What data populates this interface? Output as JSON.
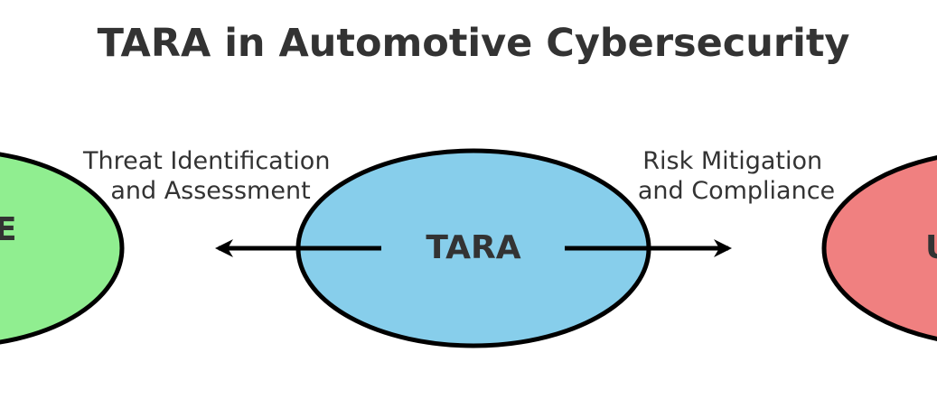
{
  "title": "TARA in Automotive Cybersecurity",
  "nodes": {
    "left": {
      "label": "E",
      "color": "#90ee90"
    },
    "center": {
      "label": "TARA",
      "color": "#87ceeb"
    },
    "right": {
      "label": "U",
      "color": "#f08080"
    }
  },
  "edges": {
    "left": {
      "line1": "Threat Identification",
      "line2": "and Assessment"
    },
    "right": {
      "line1": "Risk Mitigation",
      "line2": "and Compliance"
    }
  },
  "colors": {
    "text": "#333333",
    "stroke": "#000000"
  }
}
